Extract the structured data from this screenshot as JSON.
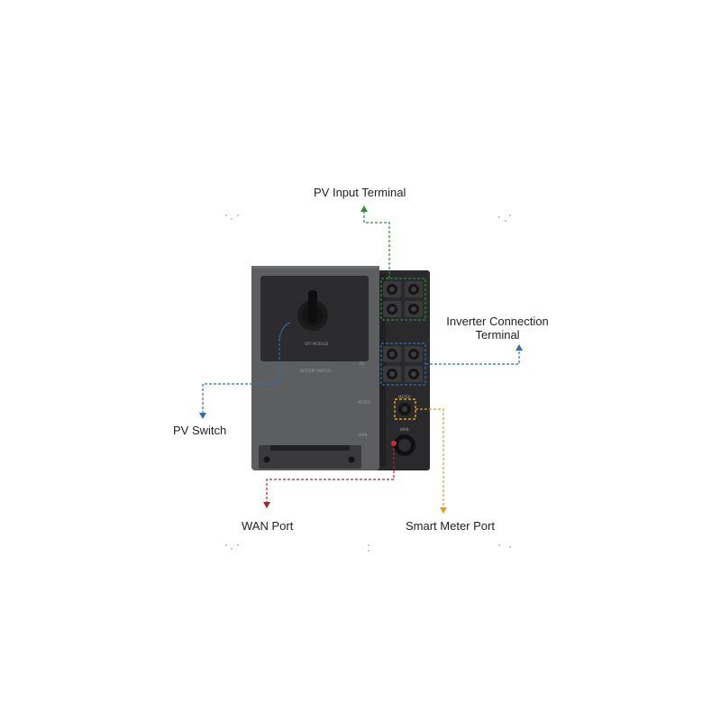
{
  "labels": {
    "pv_input": "PV Input Terminal",
    "inverter_line1": "Inverter Connection",
    "inverter_line2": "Terminal",
    "pv_switch": "PV Switch",
    "wan_port": "WAN Port",
    "smart_meter_port": "Smart Meter Port"
  },
  "device": {
    "dial_caption": "OFF MODULE",
    "panel_caption": "BATTERY SWITCH",
    "port_label_meter": "METER",
    "port_label_wan": "WAN",
    "side_label_pv": "PV",
    "side_label_meter": "METER",
    "side_label_wan": "WAN"
  },
  "colors": {
    "pv_input": "#2e8b3a",
    "inverter": "#2f6fb5",
    "pv_switch": "#2f6fb5",
    "wan": "#b0242c",
    "meter": "#e0a020",
    "body_light": "#5d5e60",
    "body_dark": "#2c2c2e"
  }
}
